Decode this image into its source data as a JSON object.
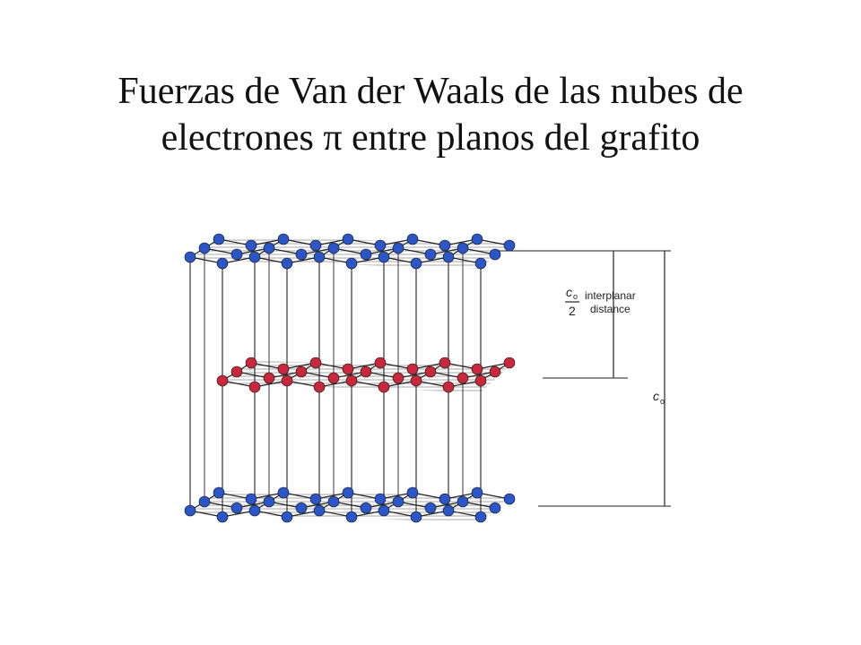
{
  "title": {
    "line1": "Fuerzas de Van der Waals de las nubes de",
    "line2": "electrones  π entre planos del grafito"
  },
  "labels": {
    "half_c0_numer": "c",
    "half_c0_sub": "o",
    "half_c0_denom": "2",
    "interplanar_line1": "interplanar",
    "interplanar_line2": "distance",
    "c0_main": "c",
    "c0_sub": "o"
  },
  "colors": {
    "plane_a_atom": "#2b56c8",
    "plane_b_atom": "#c8283c",
    "bond": "#222222",
    "hatch": "#3a3a3a"
  }
}
